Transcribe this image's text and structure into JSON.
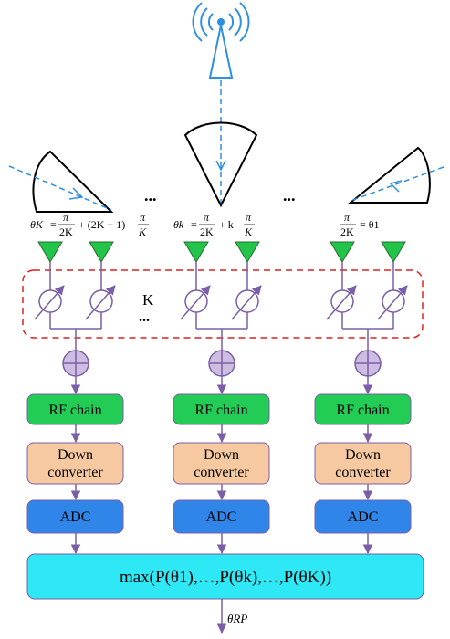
{
  "sector_eqs": {
    "left": {
      "lhs": "θK",
      "eq": "=",
      "frac1_num": "π",
      "frac1_den": "2K",
      "mid": "+ (2K − 1)",
      "frac2_num": "π",
      "frac2_den": "K"
    },
    "center": {
      "lhs": "θk",
      "eq": "=",
      "frac1_num": "π",
      "frac1_den": "2K",
      "mid": "+ k",
      "frac2_num": "π",
      "frac2_den": "K"
    },
    "right": {
      "frac_num": "π",
      "frac_den": "2K",
      "rhs": "= θ1"
    }
  },
  "ellipsis": "...",
  "phase_group_label": "K",
  "chains": [
    {
      "rf": "RF chain",
      "down_line1": "Down",
      "down_line2": "converter",
      "adc": "ADC"
    },
    {
      "rf": "RF chain",
      "down_line1": "Down",
      "down_line2": "converter",
      "adc": "ADC"
    },
    {
      "rf": "RF chain",
      "down_line1": "Down",
      "down_line2": "converter",
      "adc": "ADC"
    }
  ],
  "max_box": "max(P(θ1),…,P(θk),…,P(θK))",
  "output_label": "θRP",
  "colors": {
    "tower": "#2f8fe0",
    "beam_line": "#2f8fe0",
    "antenna_fill": "#22c44a",
    "purple": "#7b5ea8",
    "adder_fill": "#cdbde0",
    "rf_fill": "#22cc55",
    "down_fill": "#f6c9a0",
    "adc_fill": "#2f86e8",
    "max_fill": "#2ee8f5",
    "dashed_box": "#e02020"
  }
}
